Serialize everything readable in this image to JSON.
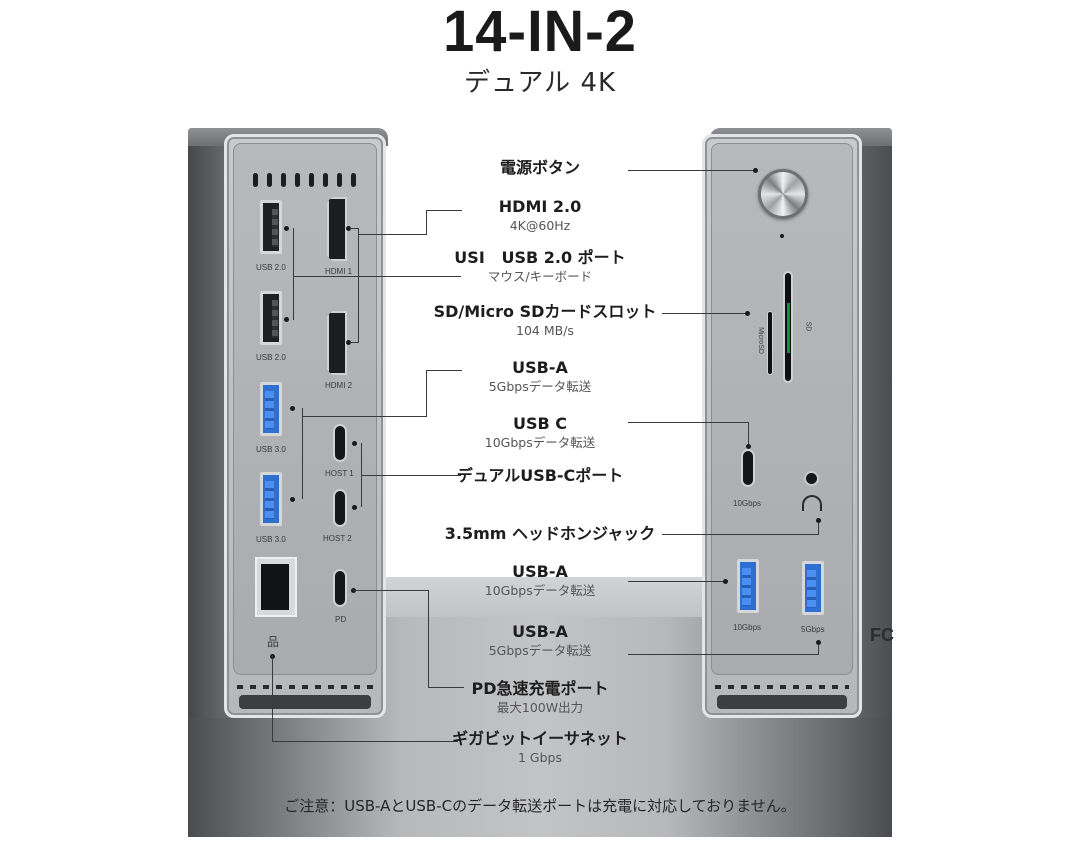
{
  "header": {
    "title": "14-IN-2",
    "subtitle": "デュアル 4K"
  },
  "left_device": {
    "port_labels": {
      "usb20_1": "USB 2.0",
      "usb20_2": "USB 2.0",
      "usb30_1": "USB 3.0",
      "usb30_2": "USB 3.0",
      "hdmi1": "HDMI 1",
      "hdmi2": "HDMI 2",
      "host1": "HOST 1",
      "host2": "HOST 2",
      "pd": "PD",
      "ethernet_icon": "品"
    }
  },
  "right_device": {
    "port_labels": {
      "micro_sd": "MicroSD",
      "sd": "SD",
      "usbc": "10Gbps",
      "usba_10": "10Gbps",
      "usba_5": "5Gbps",
      "fcc": "FC"
    }
  },
  "features": [
    {
      "title": "電源ボタン",
      "sub": ""
    },
    {
      "title": "HDMI 2.0",
      "sub": "4K@60Hz"
    },
    {
      "title": "USI   USB 2.0 ポート",
      "sub": "マウス/キーボード"
    },
    {
      "title": "SD/Micro SDカードスロット",
      "sub": "104 MB/s"
    },
    {
      "title": "USB-A",
      "sub": "5Gbpsデータ転送"
    },
    {
      "title": "USB C",
      "sub": "10Gbpsデータ転送"
    },
    {
      "title": "デュアルUSB-Cポート",
      "sub": ""
    },
    {
      "title": "3.5mm ヘッドホンジャック",
      "sub": ""
    },
    {
      "title": "USB-A",
      "sub": "10Gbpsデータ転送"
    },
    {
      "title": "USB-A",
      "sub": "5Gbpsデータ転送"
    },
    {
      "title": "PD急速充電ポート",
      "sub": "最大100W出力"
    },
    {
      "title": "ギガビットイーサネット",
      "sub": "1 Gbps"
    }
  ],
  "notice": "ご注意：USB-AとUSB-Cのデータ転送ポートは充電に対応しておりません。",
  "colors": {
    "usb3_blue": "#2e6fd1",
    "device_grey": "#b7b9bc",
    "text_dark": "#1d1d1d"
  }
}
